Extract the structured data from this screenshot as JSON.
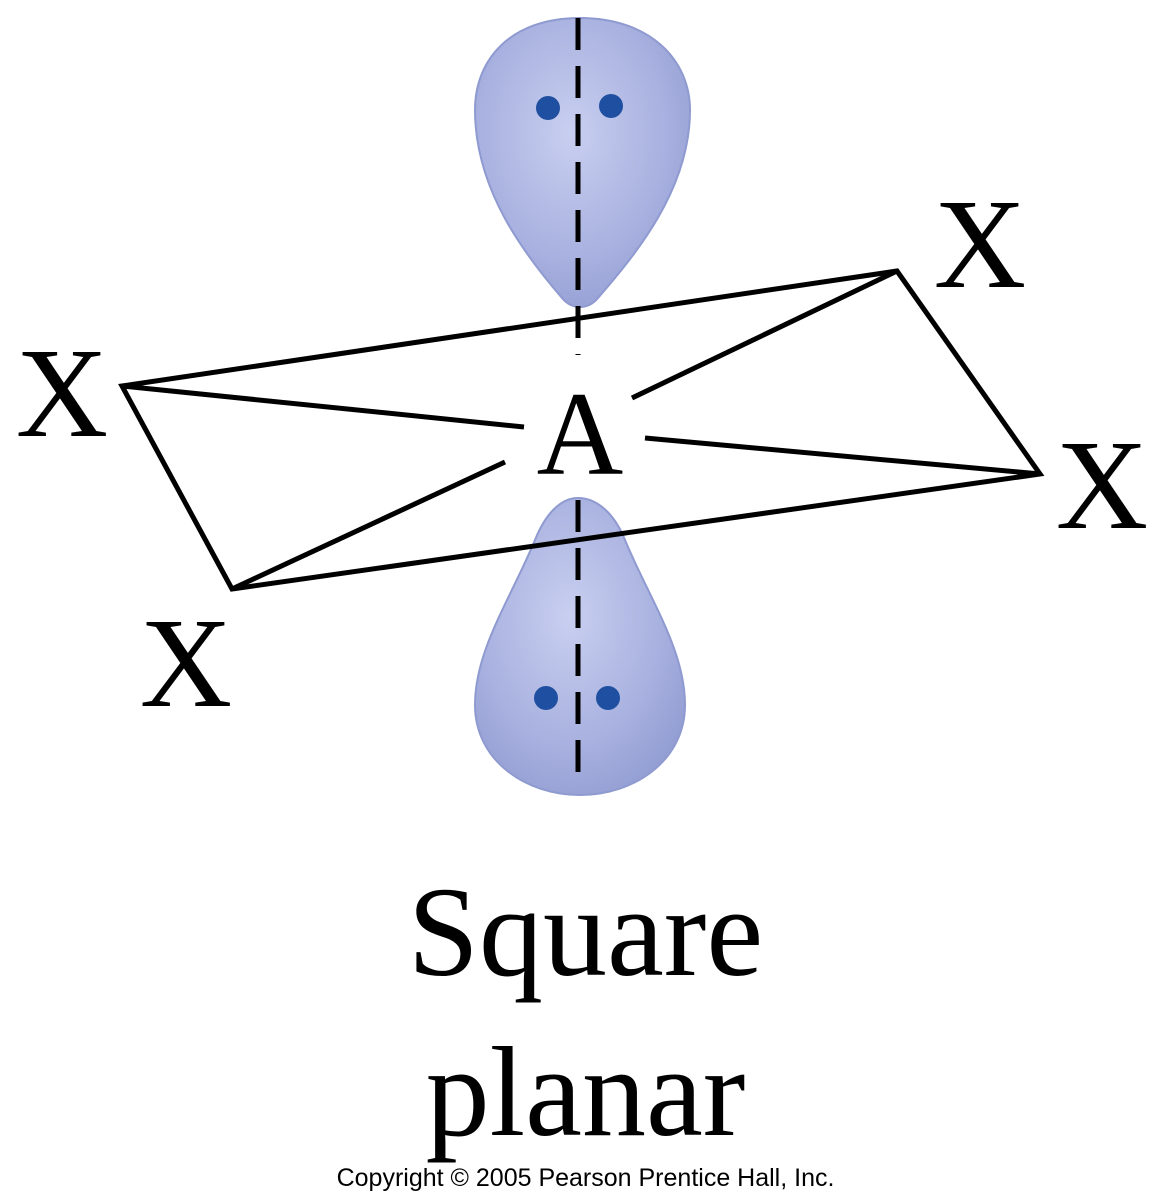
{
  "diagram": {
    "center_atom": "A",
    "ligands": [
      "X",
      "X",
      "X",
      "X"
    ],
    "lone_pairs": 2,
    "title_line1": "Square",
    "title_line2": "planar",
    "copyright": "Copyright © 2005 Pearson Prentice Hall, Inc.",
    "colors": {
      "lobe": "#a9b2e0",
      "lobe_edge": "#7f8bc8",
      "electron": "#1f4fa0",
      "lines": "#000000"
    }
  }
}
